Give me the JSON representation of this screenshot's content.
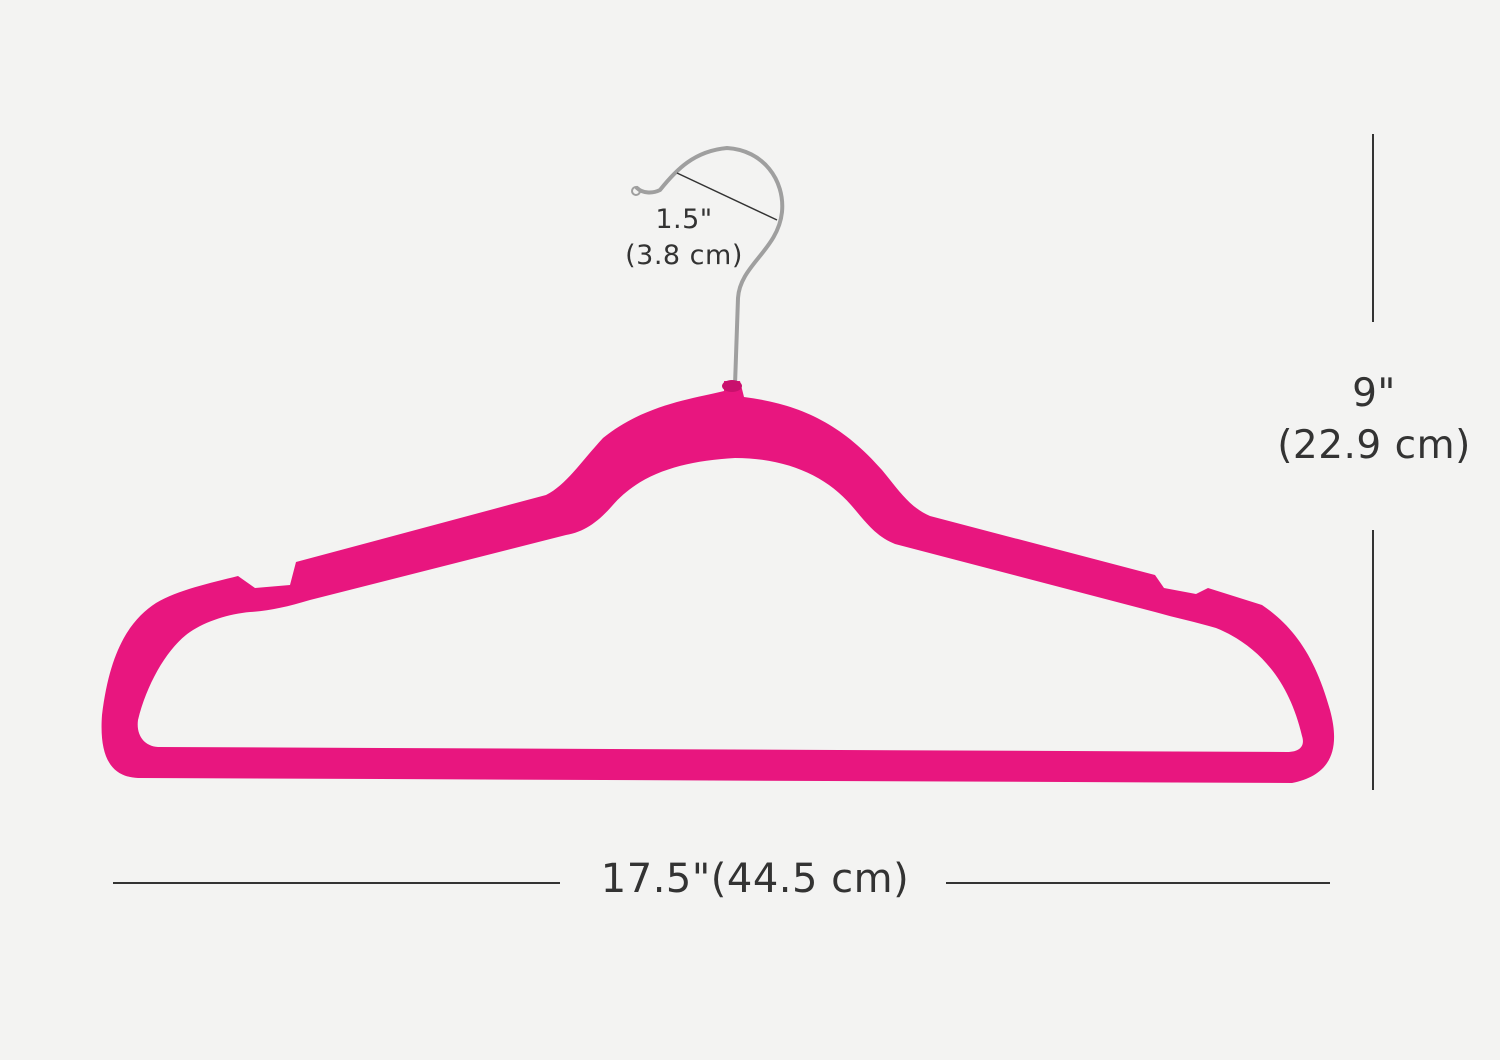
{
  "dimensions": {
    "hook_inches": "1.5\"",
    "hook_cm": "(3.8 cm)",
    "height_inches": "9\"",
    "height_cm": "(22.9 cm)",
    "width_label": "17.5\"(44.5 cm)"
  },
  "colors": {
    "background": "#f3f3f2",
    "hanger": "#e8167f",
    "hook": "#a7a7a7",
    "text": "#333333",
    "lines": "#333333"
  },
  "icons": {
    "hanger": "pink-velvet-hanger-icon",
    "hook": "metal-hook-icon"
  }
}
